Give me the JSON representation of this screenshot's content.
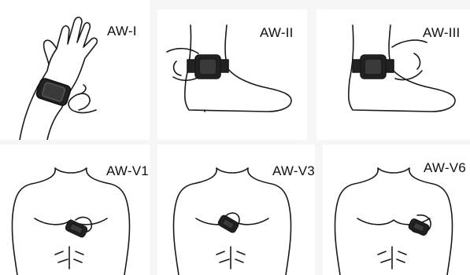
{
  "figure": {
    "panels": [
      {
        "id": "p1",
        "label": "AW-I",
        "part": "wrist"
      },
      {
        "id": "p2",
        "label": "AW-II",
        "part": "ankle"
      },
      {
        "id": "p3",
        "label": "AW-III",
        "part": "ankle"
      },
      {
        "id": "p4",
        "label": "AW-V1",
        "part": "chest"
      },
      {
        "id": "p5",
        "label": "AW-V3",
        "part": "chest"
      },
      {
        "id": "p6",
        "label": "AW-V6",
        "part": "chest"
      }
    ]
  },
  "colors": {
    "line": "#1a1a1a",
    "device": "#222222",
    "screen": "#3a3a3a"
  }
}
